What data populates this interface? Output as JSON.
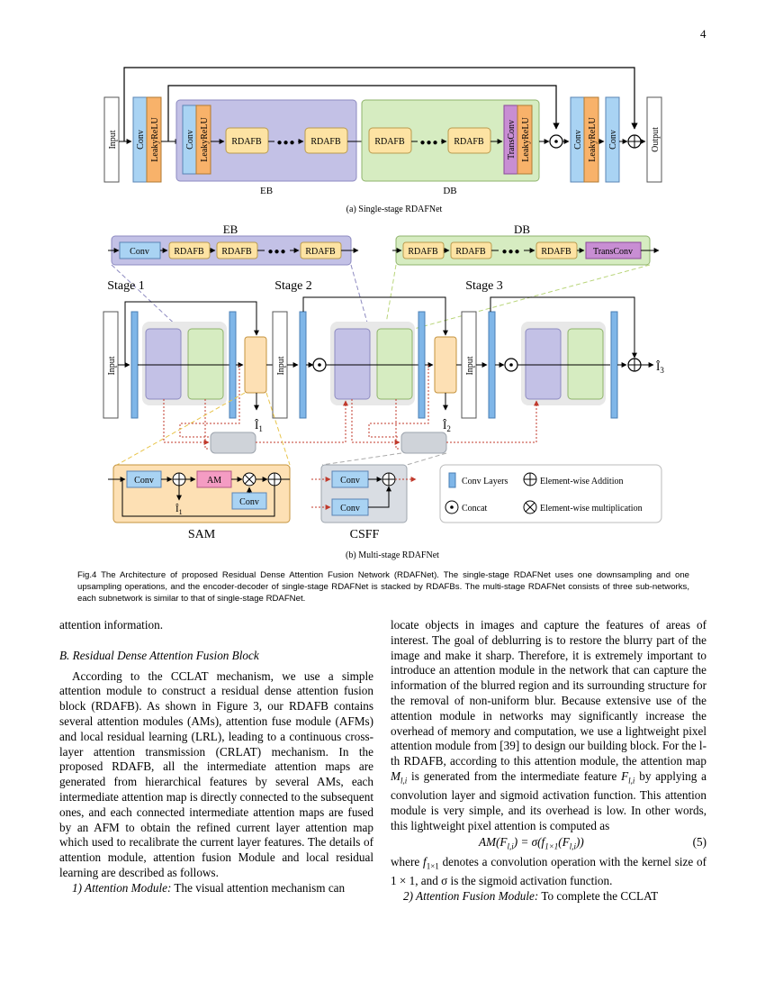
{
  "page_number": "4",
  "fig_a": {
    "input": "Input",
    "output": "Output",
    "conv": "Conv",
    "lrelu": "LeakyReLU",
    "rdafb": "RDAFB",
    "transconv": "TransConv",
    "dots": "●●●",
    "eb": "EB",
    "db": "DB",
    "subcaption": "(a) Single-stage RDAFNet"
  },
  "fig_b": {
    "eb": "EB",
    "db": "DB",
    "conv": "Conv",
    "rdafb": "RDAFB",
    "transconv": "TransConv",
    "dots": "●●●",
    "stage1": "Stage 1",
    "stage2": "Stage 2",
    "stage3": "Stage 3",
    "input": "Input",
    "i1": "Î",
    "i1_sub": "1",
    "i2": "Î",
    "i2_sub": "2",
    "i3": "Î",
    "i3_sub": "3",
    "am": "AM",
    "sam": "SAM",
    "csff": "CSFF",
    "legend_conv": "Conv Layers",
    "legend_add": "Element-wise Addition",
    "legend_concat": "Concat",
    "legend_mul": "Element-wise multiplication",
    "subcaption": "(b) Multi-stage RDAFNet"
  },
  "colors": {
    "conv_blue": "#a9d3f3",
    "lrelu_orange": "#f8b26a",
    "eb_purple": "#c3c1e6",
    "db_green": "#d6ecc1",
    "rdafb_yellow": "#fde3a3",
    "transconv_purple": "#c88ed3",
    "sam_orange": "#fde0b4",
    "csff_gray": "#d9dde3",
    "am_pink": "#f49cc3"
  },
  "caption": "Fig.4 The Architecture of proposed Residual Dense Attention Fusion Network (RDAFNet). The single-stage RDAFNet uses one downsampling and one upsampling operations, and the encoder-decoder of single-stage RDAFNet is stacked by RDAFBs. The multi-stage RDAFNet consists of three sub-networks, each subnetwork is similar to that of single-stage RDAFNet.",
  "left_col": {
    "p0": "attention information.",
    "heading": "B. Residual Dense Attention Fusion Block",
    "p1": "According to the CCLAT mechanism, we use a simple attention module to construct a residual dense attention fusion block (RDAFB). As shown in Figure 3, our RDAFB contains several attention modules (AMs), attention fuse module (AFMs) and local residual learning (LRL), leading to a continuous cross-layer attention transmission (CRLAT) mechanism. In the proposed RDAFB, all the intermediate attention maps are generated from hierarchical features by several AMs, each intermediate attention map is directly connected to the subsequent ones, and each connected intermediate attention maps are fused by an AFM to obtain the refined current layer attention map which used to recalibrate the current layer features. The details of attention module, attention fusion Module and local residual learning are described as follows.",
    "p2_head": "1) Attention Module:",
    "p2": " The visual attention mechanism can"
  },
  "right_col": {
    "p1a": "locate objects in images and capture the features of areas of interest. The goal of deblurring is to restore the blurry part of the image and make it sharp. Therefore, it is extremely important to introduce an attention module in the network that can capture the information of the blurred region and its surrounding structure for the removal of non-uniform blur. Because extensive use of the attention module in networks may significantly increase the overhead of memory and computation, we use a lightweight pixel attention module from [39] to design our building block. For the l-th RDAFB, according to this attention module, the attention map ",
    "p1_M": "M",
    "p1_Msub": "l,i",
    "p1b": " is generated from the intermediate feature ",
    "p1_F": "F",
    "p1_Fsub": "l,i",
    "p1c": " by applying a convolution layer and sigmoid activation function. This attention module is very simple, and its overhead is low. In other words, this lightweight pixel attention is computed as",
    "equation": "AM(F_{l,i}) = σ(f_{1×1}(F_{l,i}))",
    "eq_number": "(5)",
    "p2a": "where ",
    "p2_f": "f",
    "p2_fsub": "1×1",
    "p2b": " denotes a convolution operation with the kernel size of 1 × 1, and σ is the sigmoid activation function.",
    "p3_head": "2) Attention Fusion Module:",
    "p3": " To complete the CCLAT"
  }
}
